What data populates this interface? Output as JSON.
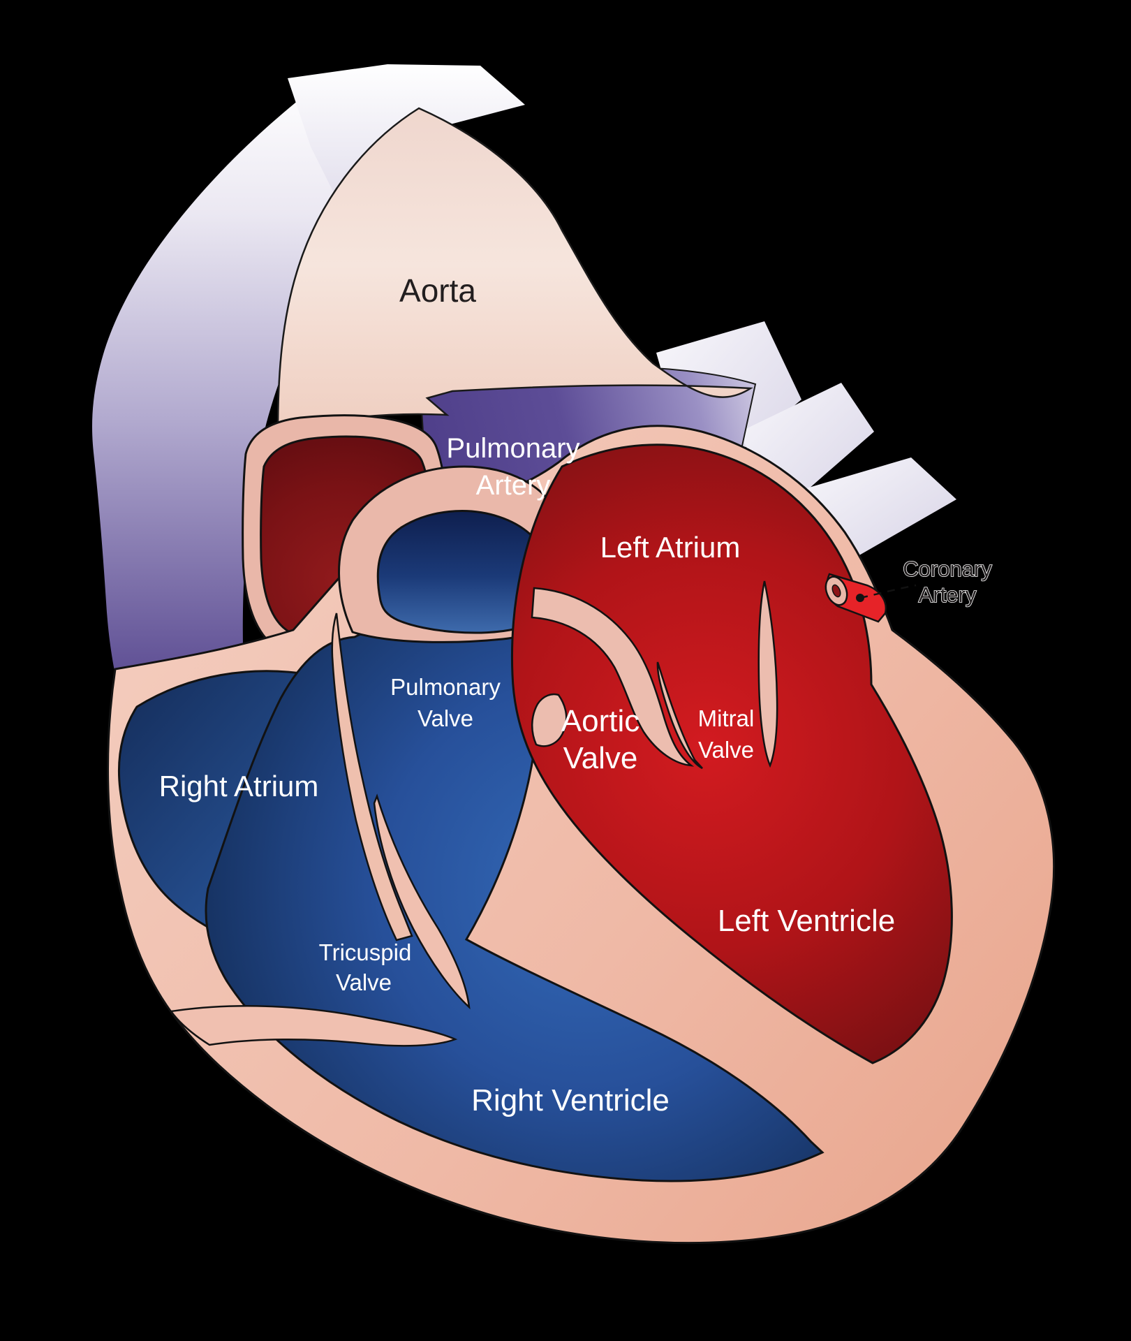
{
  "labels": {
    "aorta": "Aorta",
    "pulmonary_artery_line1": "Pulmonary",
    "pulmonary_artery_line2": "Artery",
    "left_atrium": "Left Atrium",
    "coronary_artery_line1": "Coronary",
    "coronary_artery_line2": "Artery",
    "pulmonary_valve_line1": "Pulmonary",
    "pulmonary_valve_line2": "Valve",
    "aortic_valve_line1": "Aortic",
    "aortic_valve_line2": "Valve",
    "mitral_valve_line1": "Mitral",
    "mitral_valve_line2": "Valve",
    "right_atrium": "Right Atrium",
    "tricuspid_valve_line1": "Tricuspid",
    "tricuspid_valve_line2": "Valve",
    "left_ventricle": "Left Ventricle",
    "right_ventricle": "Right Ventricle"
  },
  "colors": {
    "background": "#000000",
    "heart_wall_pink": "#f0c2b0",
    "vessel_rim_pink": "#e9b7a9",
    "aorta_pink": "#f3ddd4",
    "pulmonary_artery_purple": "#5b4b94",
    "deoxygenated_blue_dark": "#16305f",
    "deoxygenated_blue_bright": "#2e62b0",
    "pulmonary_valve_navy": "#132a5c",
    "oxygenated_red_bright": "#d21b20",
    "oxygenated_red_dark": "#5e0c0f",
    "coronary_red": "#e62328",
    "outline_black": "#121212",
    "label_light": "#ffffff",
    "label_dark": "#221e1f"
  }
}
